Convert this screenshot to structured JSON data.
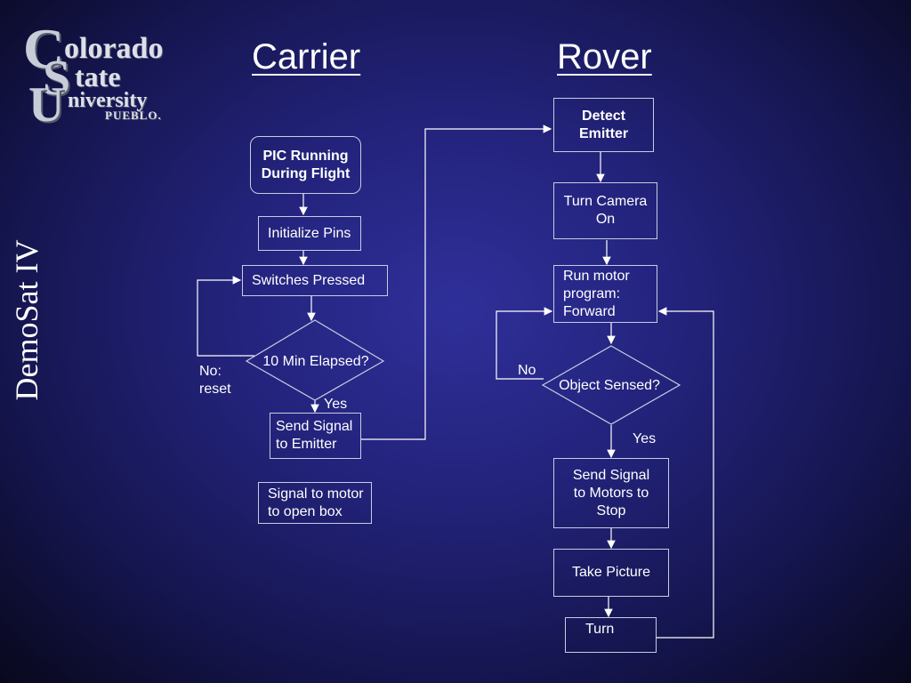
{
  "logo": {
    "line1_cap": "C",
    "line1_rest": "olorado",
    "line2_cap": "S",
    "line2_rest": "tate",
    "line3_cap": "U",
    "line3_rest": "niversity",
    "line4": "PUEBLO."
  },
  "side_title": "DemoSat IV",
  "carrier": {
    "heading": "Carrier",
    "start": "PIC Running During Flight",
    "init": "Initialize Pins",
    "switches": "Switches Pressed",
    "decision": "10 Min Elapsed?",
    "no_label": "No: reset",
    "yes_label": "Yes",
    "send": "Send Signal to Emitter",
    "motor": "Signal to motor to open box"
  },
  "rover": {
    "heading": "Rover",
    "detect": "Detect Emitter",
    "camera": "Turn Camera On",
    "run": "Run motor program: Forward",
    "decision": "Object Sensed?",
    "no_label": "No",
    "yes_label": "Yes",
    "stop": "Send Signal to Motors to Stop",
    "picture": "Take Picture",
    "turn": "Turn"
  }
}
